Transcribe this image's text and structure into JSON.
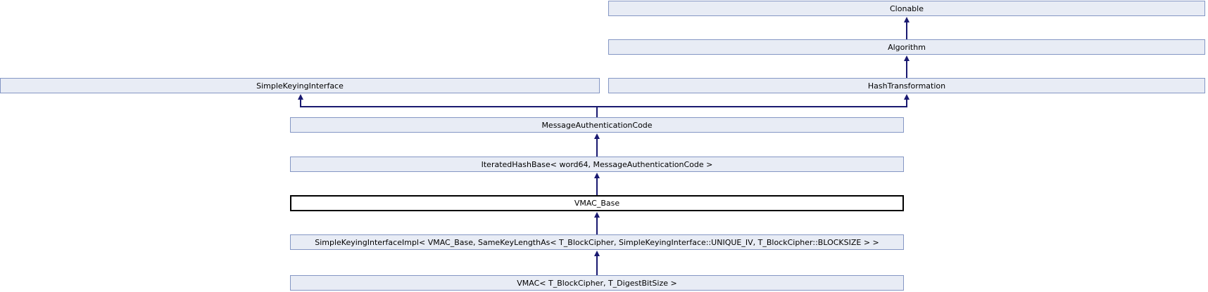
{
  "diagram": {
    "kind": "class-inheritance-diagram",
    "subject": "VMAC_Base",
    "colors": {
      "node_fill": "#e8ecf5",
      "node_border": "#8496c4",
      "current_fill": "#ffffff",
      "current_border": "#000000",
      "edge": "#191970",
      "background": "#ffffff"
    },
    "nodes": [
      {
        "id": "clonable",
        "label": "Clonable",
        "current": false
      },
      {
        "id": "algorithm",
        "label": "Algorithm",
        "current": false
      },
      {
        "id": "simple-keying-interface",
        "label": "SimpleKeyingInterface",
        "current": false
      },
      {
        "id": "hash-transformation",
        "label": "HashTransformation",
        "current": false
      },
      {
        "id": "message-authentication-code",
        "label": "MessageAuthenticationCode",
        "current": false
      },
      {
        "id": "iterated-hash-base",
        "label": "IteratedHashBase< word64, MessageAuthenticationCode >",
        "current": false
      },
      {
        "id": "vmac-base",
        "label": "VMAC_Base",
        "current": true
      },
      {
        "id": "simple-keying-interface-impl",
        "label": "SimpleKeyingInterfaceImpl< VMAC_Base, SameKeyLengthAs< T_BlockCipher, SimpleKeyingInterface::UNIQUE_IV, T_BlockCipher::BLOCKSIZE > >",
        "current": false
      },
      {
        "id": "vmac",
        "label": "VMAC< T_BlockCipher, T_DigestBitSize >",
        "current": false
      }
    ],
    "edges": [
      {
        "from": "algorithm",
        "to": "clonable"
      },
      {
        "from": "hash-transformation",
        "to": "algorithm"
      },
      {
        "from": "message-authentication-code",
        "to": "simple-keying-interface"
      },
      {
        "from": "message-authentication-code",
        "to": "hash-transformation"
      },
      {
        "from": "iterated-hash-base",
        "to": "message-authentication-code"
      },
      {
        "from": "vmac-base",
        "to": "iterated-hash-base"
      },
      {
        "from": "simple-keying-interface-impl",
        "to": "vmac-base"
      },
      {
        "from": "vmac",
        "to": "simple-keying-interface-impl"
      }
    ]
  }
}
